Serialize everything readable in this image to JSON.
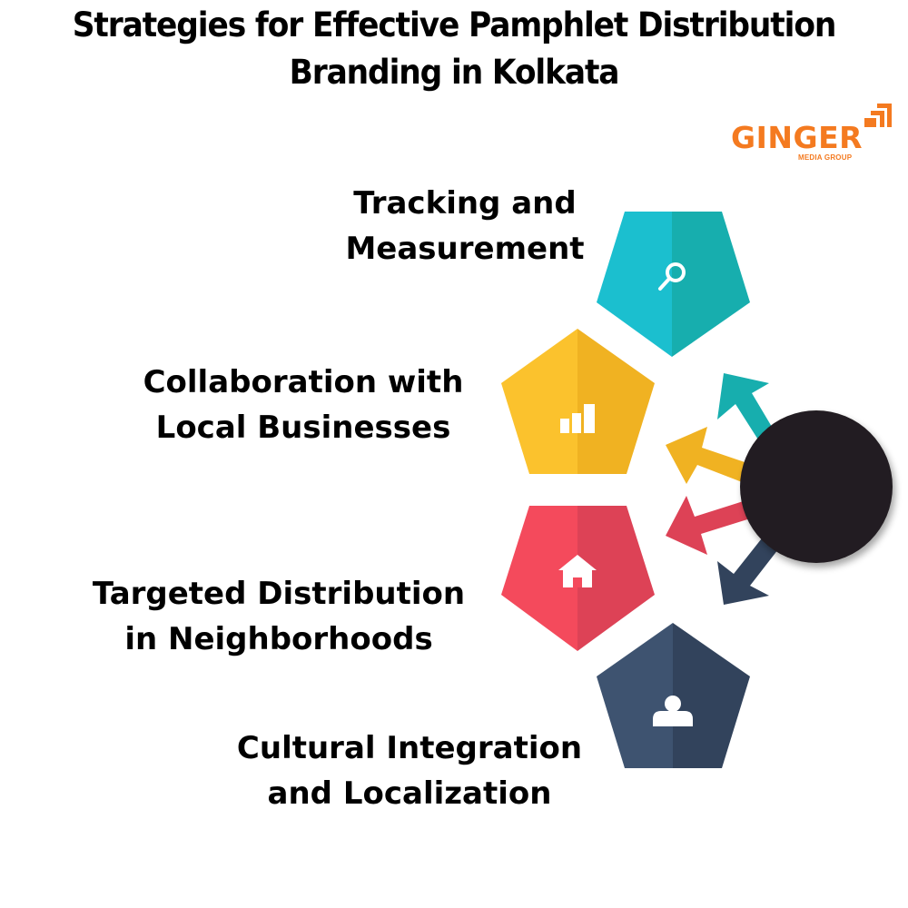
{
  "title": {
    "line1": "Strategies for Effective Pamphlet Distribution",
    "line2": "Branding in Kolkata"
  },
  "logo": {
    "word": "GINGER",
    "subtitle": "MEDIA GROUP",
    "color": "#f47a20"
  },
  "center_node": {
    "color": "#231f20"
  },
  "strategies": [
    {
      "line1": "Tracking and",
      "line2": "Measurement",
      "icon": "search-icon",
      "color_light": "#1bbfcf",
      "color_dark": "#17aeae"
    },
    {
      "line1": "Collaboration with",
      "line2": "Local Businesses",
      "icon": "bar-chart-icon",
      "color_light": "#fbc22d",
      "color_dark": "#f0b222"
    },
    {
      "line1": "Targeted Distribution",
      "line2": "in Neighborhoods",
      "icon": "home-icon",
      "color_light": "#f44a5c",
      "color_dark": "#dd4256"
    },
    {
      "line1": "Cultural Integration",
      "line2": "and Localization",
      "icon": "user-icon",
      "color_light": "#3e5370",
      "color_dark": "#32435c"
    }
  ]
}
